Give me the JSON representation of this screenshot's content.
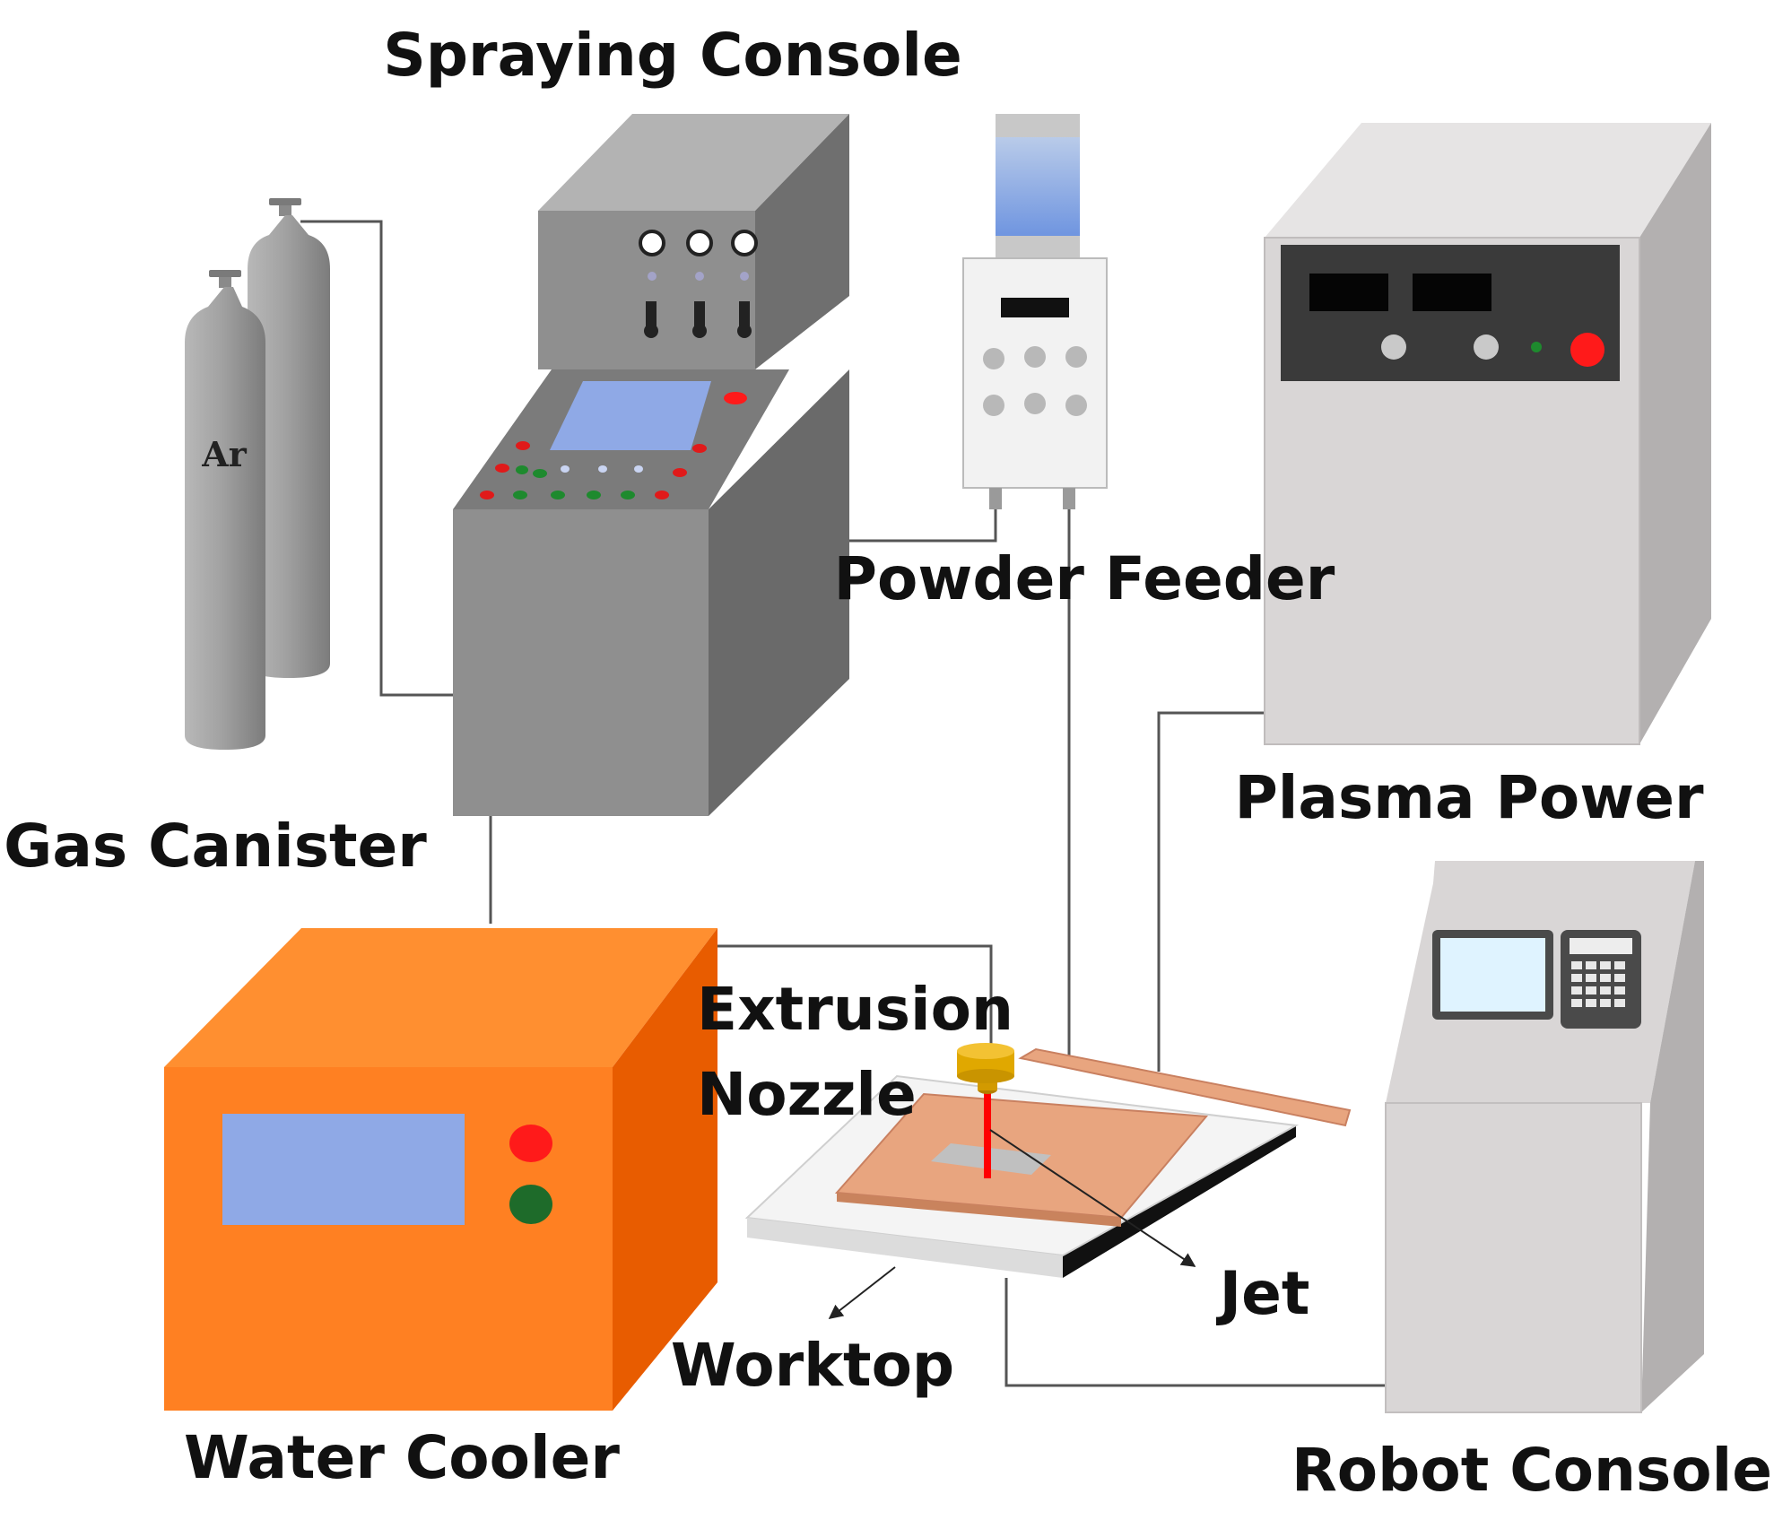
{
  "labels": {
    "spraying_console": "Spraying Console",
    "powder_feeder": "Powder Feeder",
    "plasma_power": "Plasma Power",
    "gas_canister": "Gas Canister",
    "canister_marking": "Ar",
    "water_cooler": "Water Cooler",
    "extrusion_nozzle_line1": "Extrusion",
    "extrusion_nozzle_line2": "Nozzle",
    "jet": "Jet",
    "worktop": "Worktop",
    "robot_console": "Robot Console"
  },
  "colors": {
    "console_gray": "#8f8f8f",
    "cabinet_light": "#d9d6d6",
    "cooler_orange": "#ff8022",
    "screen_blue": "#8fa9e6",
    "indicator_red": "#ff1a1a",
    "indicator_green": "#1e8a2e",
    "jet_red": "#ff0000",
    "nozzle_gold": "#e0a800",
    "copper_plate": "#e8a57f"
  }
}
